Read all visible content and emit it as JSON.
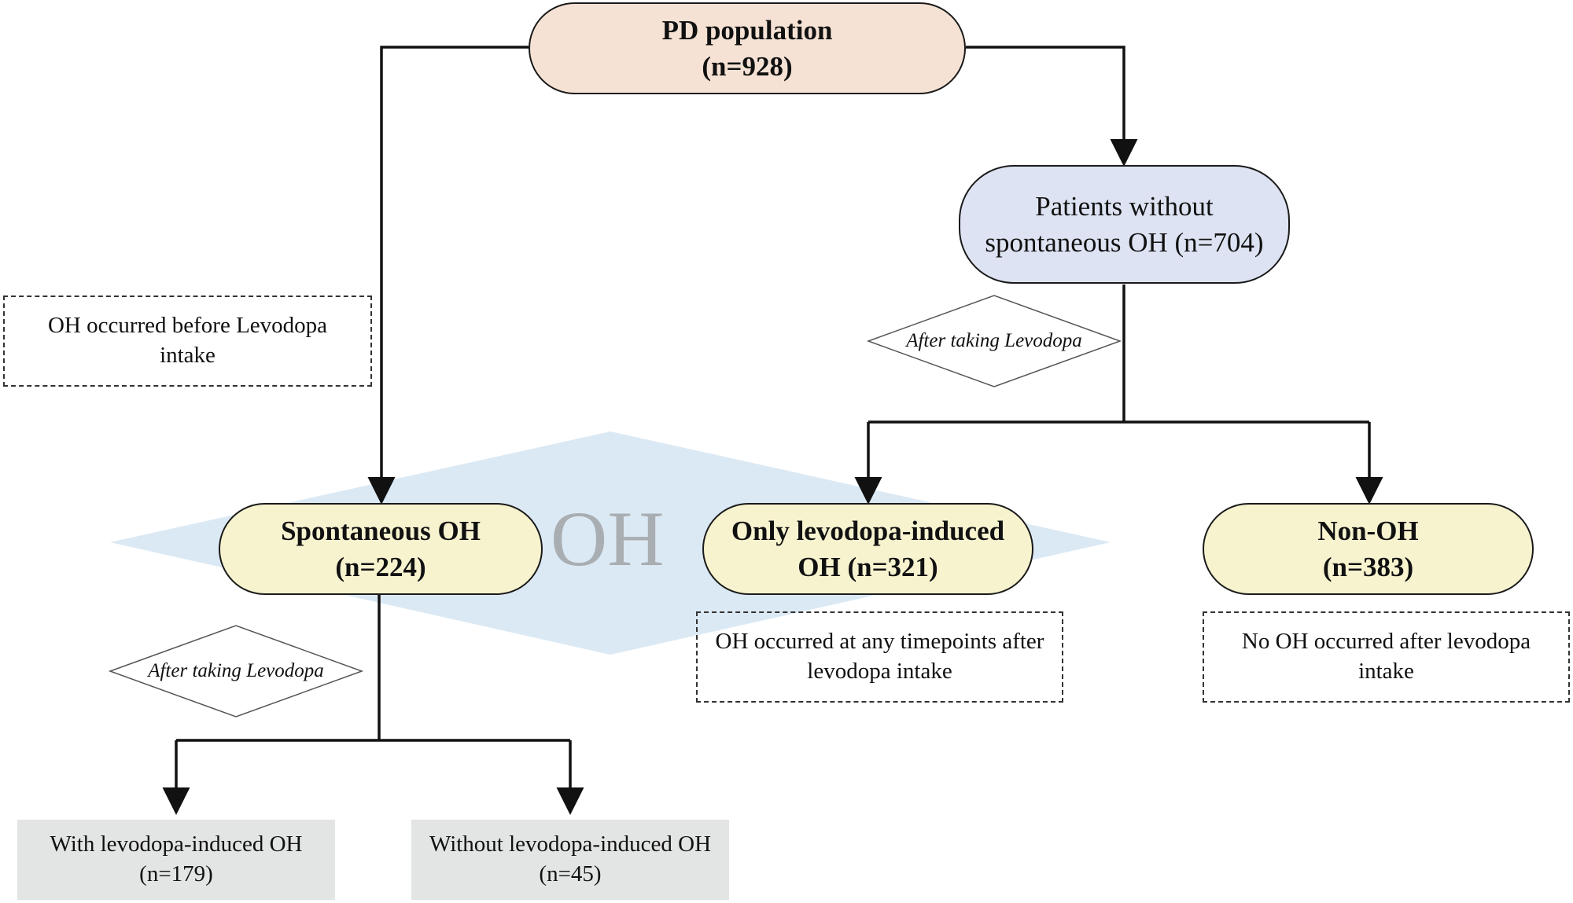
{
  "top": {
    "title": "PD population",
    "count": "(n=928)"
  },
  "without": {
    "line1": "Patients without",
    "line2": "spontaneous OH (n=704)"
  },
  "note_before": {
    "line1": "OH occurred before Levodopa",
    "line2": "intake"
  },
  "after_label": "After taking Levodopa",
  "oh_watermark": "OH",
  "spont": {
    "title": "Spontaneous OH",
    "count": "(n=224)"
  },
  "only": {
    "line1": "Only levodopa-induced",
    "line2": "OH (n=321)"
  },
  "nonoh": {
    "title": "Non-OH",
    "count": "(n=383)"
  },
  "note_any": {
    "line1": "OH occurred at any timepoints after",
    "line2": "levodopa intake"
  },
  "note_none": {
    "line1": "No OH occurred after levodopa",
    "line2": "intake"
  },
  "with": {
    "line1": "With levodopa-induced OH",
    "line2": "(n=179)"
  },
  "withoutlevo": {
    "line1": "Without levodopa-induced OH",
    "line2": "(n=45)"
  },
  "colors": {
    "peach": "#f5e2d4",
    "blue": "#dde3f2",
    "yellow": "#f7f3cf",
    "watermark_diamond": "#dbe9f4",
    "grey": "#e3e4e4"
  }
}
